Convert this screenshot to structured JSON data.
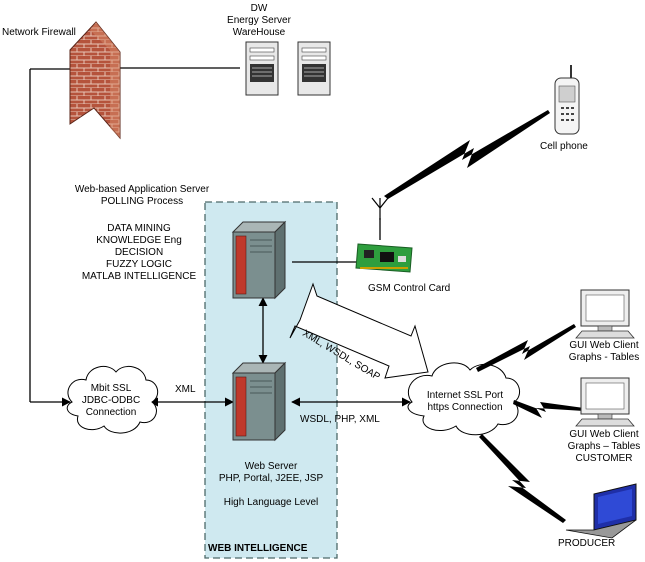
{
  "labels": {
    "firewall": "Network Firewall",
    "dw_line1": "DW",
    "dw_line2": "Energy Server",
    "dw_line3": "WareHouse",
    "cell_phone": "Cell phone",
    "app_server_line1": "Web-based Application  Server",
    "app_server_line2": "POLLING Process",
    "intel_1": "DATA MINING",
    "intel_2": "KNOWLEDGE Eng",
    "intel_3": "DECISION",
    "intel_4": "FUZZY LOGIC",
    "intel_5": "MATLAB INTELLIGENCE",
    "gsm_card": "GSM Control Card",
    "xml_wsdl_soap": "XML, WSDL, SOAP",
    "mbit_line1": "Mbit SSL",
    "mbit_line2": "JDBC-ODBC",
    "mbit_line3": "Connection",
    "xml": "XML",
    "wsdl_php_xml": "WSDL, PHP, XML",
    "internet_line1": "Internet SSL Port",
    "internet_line2": "https Connection",
    "web_server_line1": "Web  Server",
    "web_server_line2": "PHP, Portal, J2EE, JSP",
    "high_language": "High Language Level",
    "web_intelligence": "WEB INTELLIGENCE",
    "client1_line1": "GUI Web Client",
    "client1_line2": "Graphs - Tables",
    "client2_line1": "GUI Web Client",
    "client2_line2": "Graphs – Tables",
    "client2_line3": "CUSTOMER",
    "producer": "PRODUCER"
  },
  "colors": {
    "web_intelligence_bg": "#cfe9f0",
    "brick": "#b5533c",
    "server_body": "#7b8f8f",
    "server_front": "#c0392b",
    "gsm_board": "#2e9e3e",
    "lightning": "#000000"
  },
  "icons": [
    "firewall-icon",
    "server-icon",
    "cell-phone-icon",
    "antenna-icon",
    "gsm-card-icon",
    "cloud-icon",
    "monitor-icon",
    "laptop-icon",
    "lightning-icon"
  ]
}
